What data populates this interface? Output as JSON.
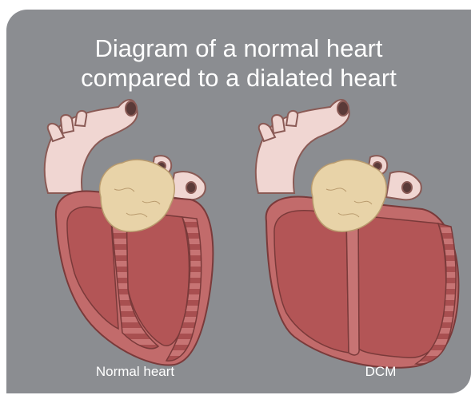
{
  "figure": {
    "title_line1": "Diagram of a normal heart",
    "title_line2": "compared to a dialated heart",
    "left_label": "Normal heart",
    "right_label": "DCM"
  },
  "colors": {
    "panel_background": "#8b8d91",
    "muscle": "#c26b6b",
    "chamber": "#b35556",
    "outline": "#7a3a3a",
    "vessels": "#f0d6d2",
    "fat": "#e8d3a8"
  }
}
